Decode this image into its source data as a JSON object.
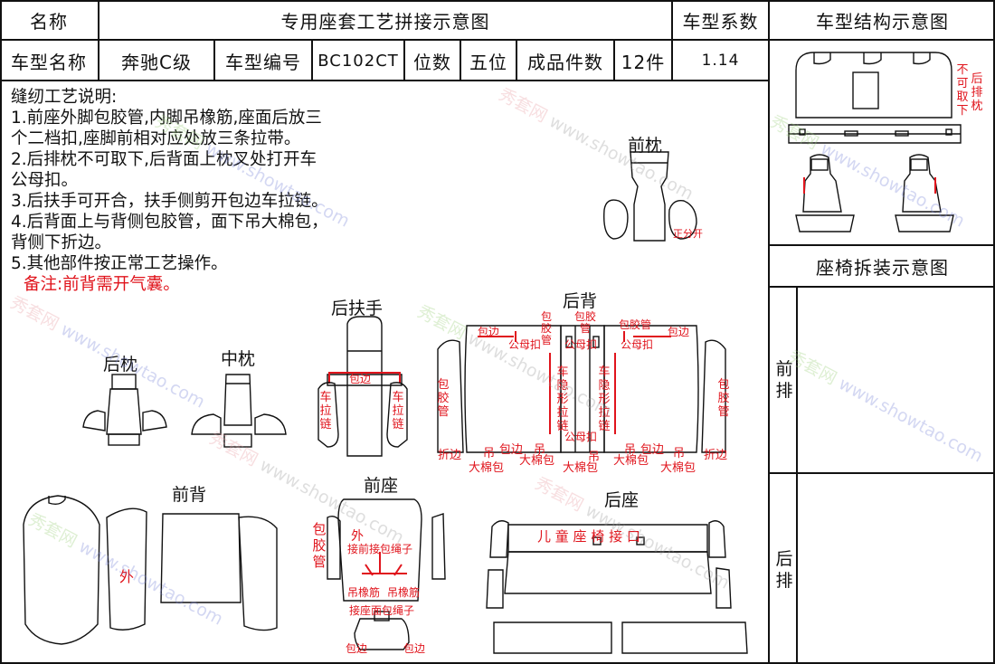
{
  "header": {
    "name_label": "名称",
    "title": "专用座套工艺拼接示意图",
    "coeff_label": "车型系数",
    "structure_label": "车型结构示意图"
  },
  "info": {
    "model_name_label": "车型名称",
    "model_name": "奔驰C级",
    "model_code_label": "车型编号",
    "model_code": "BC102CT",
    "seats_label": "位数",
    "seats": "五位",
    "pieces_label": "成品件数",
    "pieces": "12件",
    "coeff": "1.14"
  },
  "notes": {
    "heading": "缝纫工艺说明:",
    "lines": [
      "1.前座外脚包胶管,内脚吊橡筋,座面后放三",
      "个二档扣,座脚前相对应处放三条拉带。",
      "2.后排枕不可取下,后背面上枕叉处打开车",
      "公母扣。",
      "3.后扶手可开合，扶手侧剪开包边车拉链。",
      "4.后背面上与背侧包胶管，面下吊大棉包，",
      "背侧下折边。",
      "5.其他部件按正常工艺操作。"
    ],
    "remark": "备注:前背需开气囊。"
  },
  "right_panel": {
    "rear_pillow_note": "不可取下",
    "rear_pillow_label": "后排枕",
    "disassembly_label": "座椅拆装示意图",
    "front_row": "前排",
    "rear_row": "后排"
  },
  "parts": {
    "front_pillow": "前枕",
    "front_pillow_note": "正分开",
    "rear_armrest": "后扶手",
    "armrest_edge": "包边",
    "armrest_zipper": "车拉链",
    "rear_pillow": "后枕",
    "middle_pillow": "中枕",
    "rear_back": "后背",
    "edge": "包边",
    "pipe_wrap": "包胶管",
    "snap": "公母扣",
    "zip_vertical": "车隐形拉链",
    "fold_edge": "折边",
    "hang": "吊",
    "cotton": "大棉包",
    "front_back": "前背",
    "outer": "外",
    "front_seat": "前座",
    "seat_outer": "外",
    "front_rope": "接前接包绳子",
    "elastic": "吊橡筋",
    "seat_rope": "接座面包绳子",
    "rear_seat": "后座",
    "child_seat": "儿 童 座 椅 接 口"
  },
  "watermark": {
    "brand": "秀套网",
    "site": "www.showtao.com"
  }
}
